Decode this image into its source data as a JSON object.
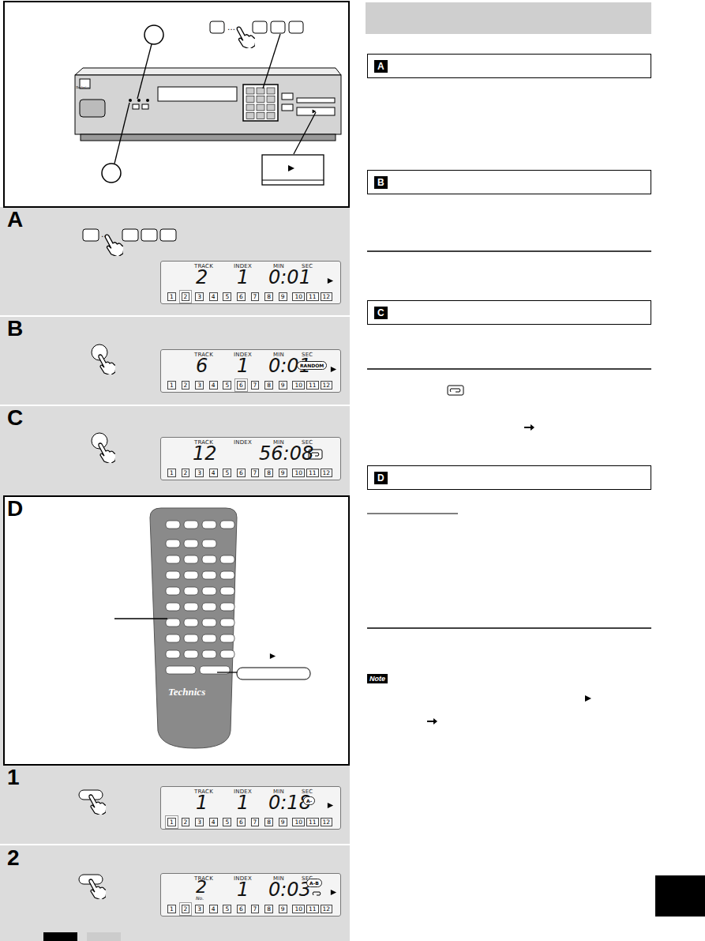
{
  "diagram": {
    "nodes": [
      {
        "text": [
          "A"
        ]
      },
      {
        "text": [
          "TRACK",
          "INDEX",
          "MIN",
          "SEC",
          "2",
          "1",
          "0:01",
          "1",
          "2",
          "3",
          "4",
          "5",
          "6",
          "7",
          "8",
          "9",
          "10",
          "11",
          "12"
        ],
        "in": 0
      },
      {
        "text": [
          "B"
        ]
      },
      {
        "text": [
          "TRACK",
          "INDEX",
          "MIN",
          "SEC",
          "6",
          "1",
          "0:01",
          "1",
          "2",
          "3",
          "4",
          "5",
          "6",
          "7",
          "8",
          "9",
          "10",
          "11",
          "12"
        ],
        "in": 2
      },
      {
        "text": [
          "RANDOM"
        ],
        "in": 3
      },
      {
        "text": [
          "C"
        ]
      },
      {
        "text": [
          "TRACK",
          "INDEX",
          "MIN",
          "SEC",
          "12",
          "56:08",
          "1",
          "2",
          "3",
          "4",
          "5",
          "6",
          "7",
          "8",
          "9",
          "10",
          "11",
          "12"
        ],
        "in": 5
      },
      {
        "text": [
          "D"
        ]
      },
      {
        "text": [
          "1"
        ]
      },
      {
        "text": [
          "TRACK",
          "INDEX",
          "MIN",
          "SEC",
          "1",
          "1",
          "0:18",
          "1",
          "2",
          "3",
          "4",
          "5",
          "6",
          "7",
          "8",
          "9",
          "10",
          "11",
          "12"
        ],
        "in": 8
      },
      {
        "text": [
          "A-"
        ],
        "in": 9
      },
      {
        "text": [
          "2"
        ]
      },
      {
        "text": [
          "TRACK",
          "INDEX",
          "MIN",
          "SEC",
          "2",
          "No.",
          "1",
          "0:03",
          "1",
          "2",
          "3",
          "4",
          "5",
          "6",
          "7",
          "8",
          "9",
          "10",
          "11",
          "12"
        ],
        "in": 11
      },
      {
        "text": [
          "A-B"
        ],
        "in": 12
      },
      {
        "text": [
          "A"
        ]
      },
      {
        "text": [
          "B"
        ]
      },
      {
        "text": [
          "C"
        ]
      },
      {
        "text": [
          "D"
        ]
      },
      {
        "text": [
          "Note"
        ]
      }
    ],
    "labels": [
      "Technics",
      "Technics"
    ]
  }
}
